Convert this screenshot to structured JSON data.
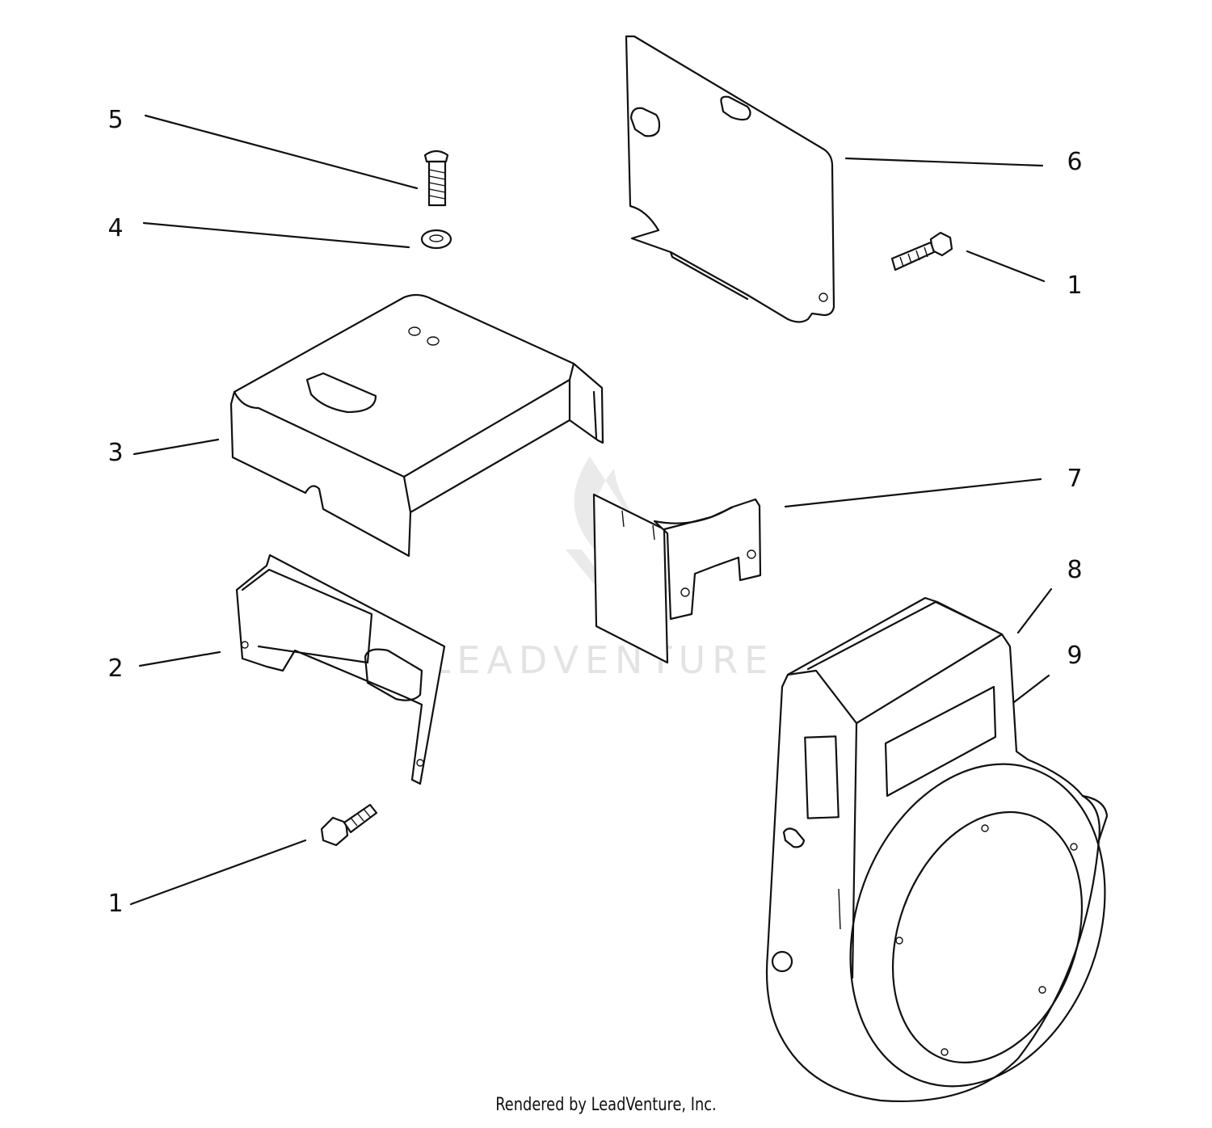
{
  "diagram": {
    "callouts": [
      {
        "id": "c5",
        "label": "5"
      },
      {
        "id": "c4",
        "label": "4"
      },
      {
        "id": "c3",
        "label": "3"
      },
      {
        "id": "c2",
        "label": "2"
      },
      {
        "id": "c1a",
        "label": "1"
      },
      {
        "id": "c6",
        "label": "6"
      },
      {
        "id": "c1b",
        "label": "1"
      },
      {
        "id": "c7",
        "label": "7"
      },
      {
        "id": "c8",
        "label": "8"
      },
      {
        "id": "c9",
        "label": "9"
      }
    ],
    "watermark": "LEADVENTURE",
    "footer": "Rendered by LeadVenture, Inc."
  }
}
